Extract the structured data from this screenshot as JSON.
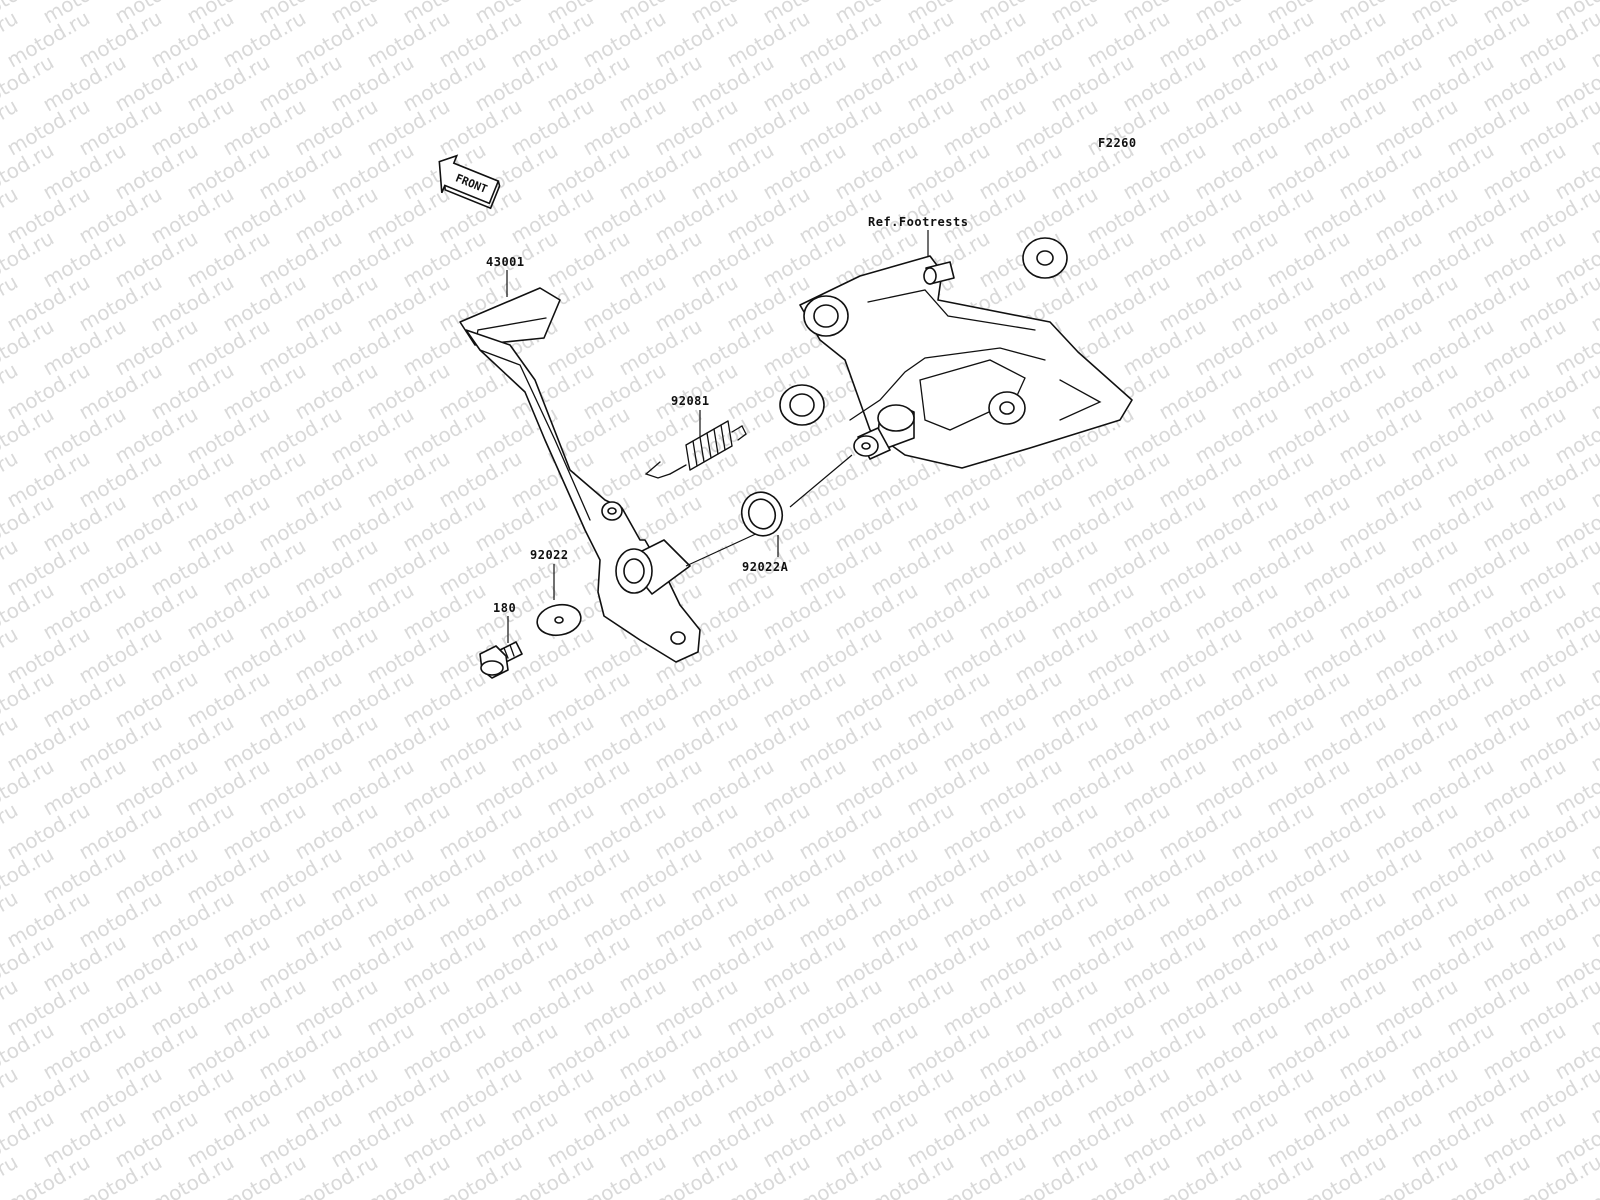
{
  "watermark": {
    "text": "motod.ru"
  },
  "figure_code": "F2260",
  "front_arrow": {
    "label": "FRONT"
  },
  "reference": {
    "label": "Ref.Footrests"
  },
  "parts": [
    {
      "number": "43001",
      "name": "brake-pedal"
    },
    {
      "number": "92081",
      "name": "return-spring"
    },
    {
      "number": "92022",
      "name": "washer"
    },
    {
      "number": "180",
      "name": "bolt"
    },
    {
      "number": "92022A",
      "name": "washer-a"
    }
  ]
}
